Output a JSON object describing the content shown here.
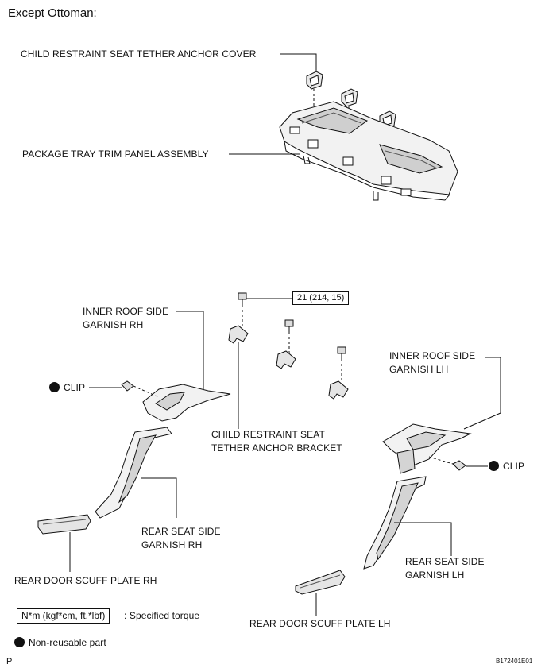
{
  "heading": "Except Ottoman:",
  "labels": {
    "anchor_cover": "CHILD RESTRAINT SEAT TETHER ANCHOR COVER",
    "package_tray": "PACKAGE TRAY TRIM PANEL ASSEMBLY",
    "roof_rh_1": "INNER ROOF SIDE",
    "roof_rh_2": "GARNISH RH",
    "clip_left": "CLIP",
    "torque_value": "21 (214, 15)",
    "bracket_1": "CHILD RESTRAINT SEAT",
    "bracket_2": "TETHER ANCHOR BRACKET",
    "roof_lh_1": "INNER ROOF SIDE",
    "roof_lh_2": "GARNISH LH",
    "clip_right": "CLIP",
    "seat_rh_1": "REAR SEAT SIDE",
    "seat_rh_2": "GARNISH RH",
    "seat_lh_1": "REAR SEAT SIDE",
    "seat_lh_2": "GARNISH LH",
    "scuff_rh": "REAR DOOR SCUFF PLATE RH",
    "scuff_lh": "REAR DOOR SCUFF PLATE LH"
  },
  "legend": {
    "torque_unit": "N*m (kgf*cm, ft.*lbf)",
    "torque_desc": ": Specified torque",
    "nonreusable": "Non-reusable part"
  },
  "footer": {
    "left": "P",
    "right": "B172401E01"
  }
}
